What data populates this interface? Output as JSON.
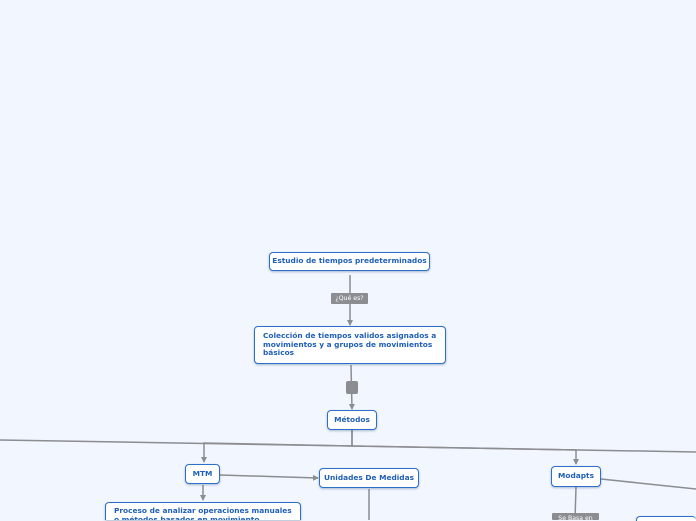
{
  "diagram": {
    "root": {
      "text": "Estudio de tiempos predeterminados"
    },
    "edge_label_que_es": "¿Qué es?",
    "definition": {
      "text": "Colección de tiempos validos asignados a movimientos y a grupos de movimientos básicos"
    },
    "methods": {
      "text": "Métodos"
    },
    "mtm": {
      "text": "MTM"
    },
    "units": {
      "text": "Unidades De Medidas"
    },
    "modapts": {
      "text": "Modapts"
    },
    "mtm_description": {
      "text": "Proceso de analizar operaciones manuales o métodos basados en movimiento"
    },
    "edge_label_modapts": "Se Basa en"
  },
  "colors": {
    "background": "#f2f6fe",
    "node_border": "#2a6fc9",
    "node_text": "#1f5fb8",
    "connector": "#8b8d91"
  }
}
